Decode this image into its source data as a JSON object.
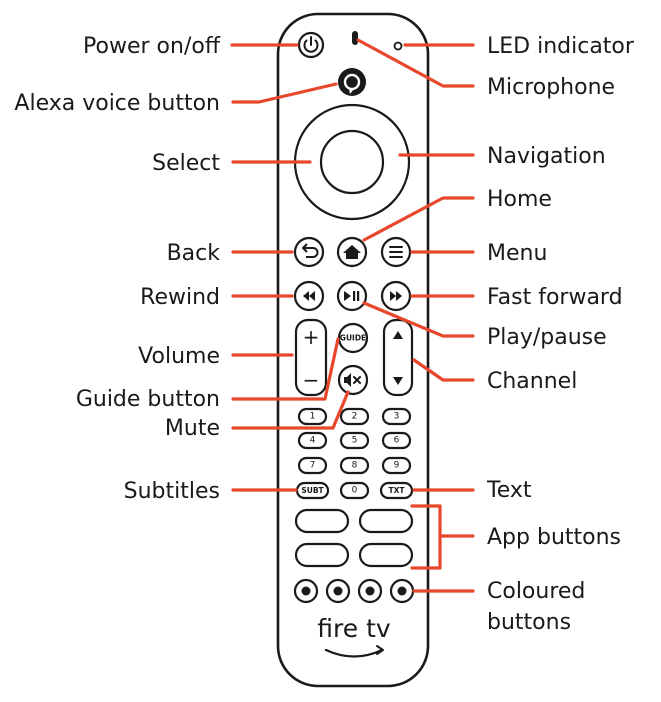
{
  "labels": {
    "power": "Power on/off",
    "alexa": "Alexa voice button",
    "select": "Select",
    "back": "Back",
    "rewind": "Rewind",
    "volume": "Volume",
    "guide_button": "Guide button",
    "mute": "Mute",
    "subtitles": "Subtitles",
    "led": "LED indicator",
    "microphone": "Microphone",
    "navigation": "Navigation",
    "home": "Home",
    "menu": "Menu",
    "fast_forward": "Fast forward",
    "play_pause": "Play/pause",
    "channel": "Channel",
    "text": "Text",
    "app_buttons": "App buttons",
    "coloured_line1": "Coloured",
    "coloured_line2": "buttons"
  },
  "remote": {
    "guide": "GUIDE",
    "volume_plus": "+",
    "volume_minus": "−",
    "keys": [
      "1",
      "2",
      "3",
      "4",
      "5",
      "6",
      "7",
      "8",
      "9"
    ],
    "subt": "SUBT",
    "zero": "0",
    "txt": "TXT",
    "logo_text": "fire tv"
  },
  "colors": {
    "leader": "#e8472b",
    "outline": "#1a1a1a",
    "background": "#ffffff"
  },
  "icons": [
    "power-icon",
    "alexa-icon",
    "back-icon",
    "home-icon",
    "menu-icon",
    "rewind-icon",
    "play-pause-icon",
    "fast-forward-icon",
    "mute-icon",
    "channel-up-icon",
    "channel-down-icon",
    "amazon-smile-icon"
  ]
}
